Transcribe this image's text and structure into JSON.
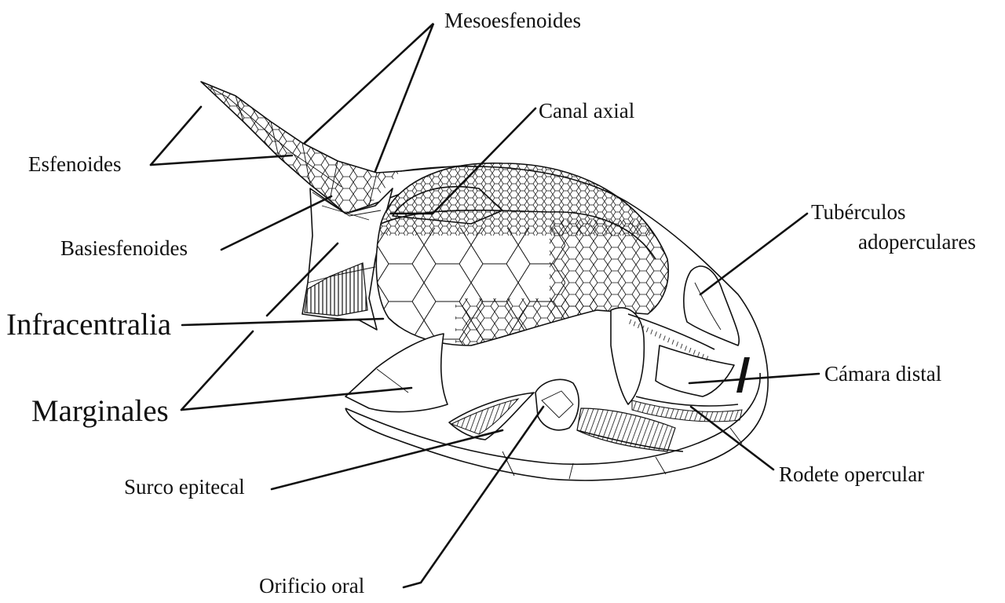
{
  "labels": {
    "mesoesfenoides": "Mesoesfenoides",
    "canal_axial": "Canal axial",
    "esfenoides": "Esfenoides",
    "basiesfenoides": "Basiesfenoides",
    "tuberculos_line1": "Tubérculos",
    "tuberculos_line2": "adoperculares",
    "infracentralia": "Infracentralia",
    "marginales": "Marginales",
    "camara_distal": "Cámara distal",
    "surco_epitecal": "Surco epitecal",
    "rodete_opercular": "Rodete opercular",
    "orificio_oral": "Orificio oral"
  },
  "colors": {
    "ink": "#111111",
    "paper": "#ffffff"
  }
}
